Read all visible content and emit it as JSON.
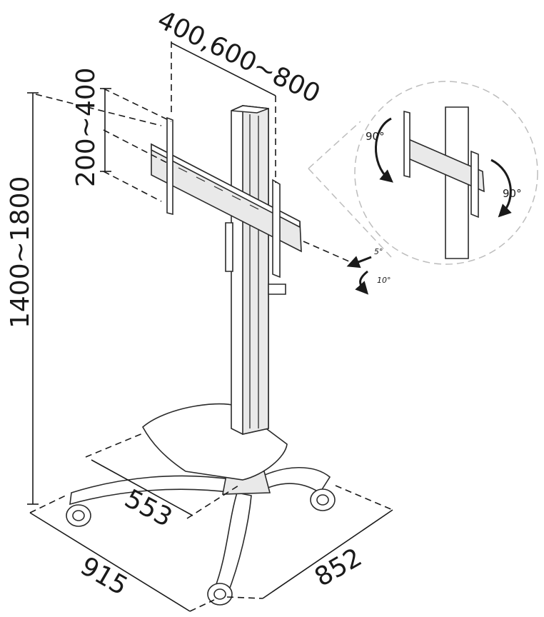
{
  "dimensions": {
    "vesa_width": "400,600~800",
    "vesa_height": "200~400",
    "total_height": "1400~1800",
    "base_inner": "553",
    "base_width": "915",
    "base_depth": "852"
  },
  "angles": {
    "tilt_up": "5°",
    "tilt_down": "10°",
    "rotate_left": "90°",
    "rotate_right": "90°"
  }
}
